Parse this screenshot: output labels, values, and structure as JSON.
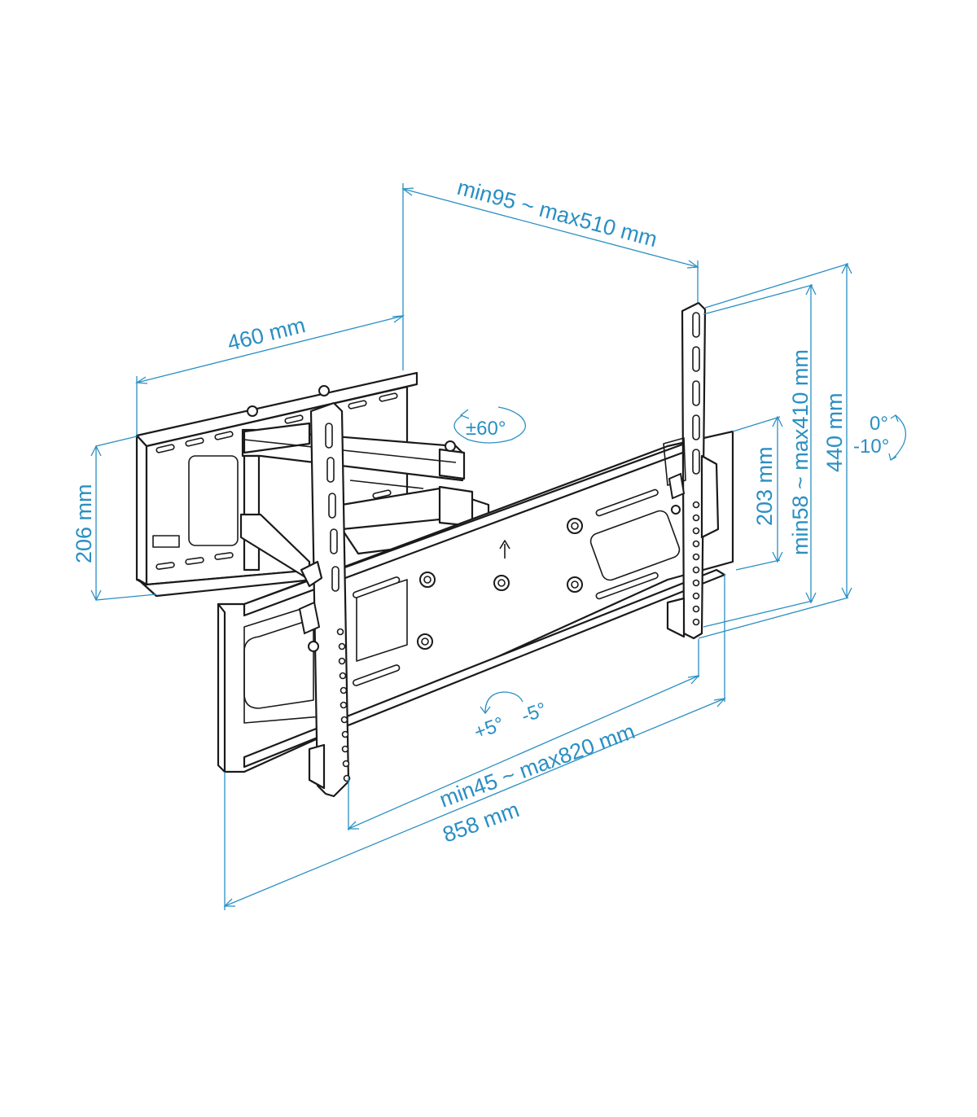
{
  "diagram": {
    "dimensions": {
      "arm_extension": "min95 ~ max510 mm",
      "wall_plate_width": "460 mm",
      "wall_plate_height": "206 mm",
      "vesa_vertical": "min58 ~ max410 mm",
      "bracket_height": "440 mm",
      "rail_height": "203 mm",
      "vesa_horizontal": "min45 ~ max820 mm",
      "total_width": "858 mm"
    },
    "angles": {
      "swivel": "±60°",
      "tilt_zero": "0°",
      "tilt_minus": "-10°",
      "level_plus": "+5°",
      "level_minus": "-5°"
    },
    "colors": {
      "dimension": "#2a8fc3",
      "outline": "#1a1a1a"
    }
  }
}
